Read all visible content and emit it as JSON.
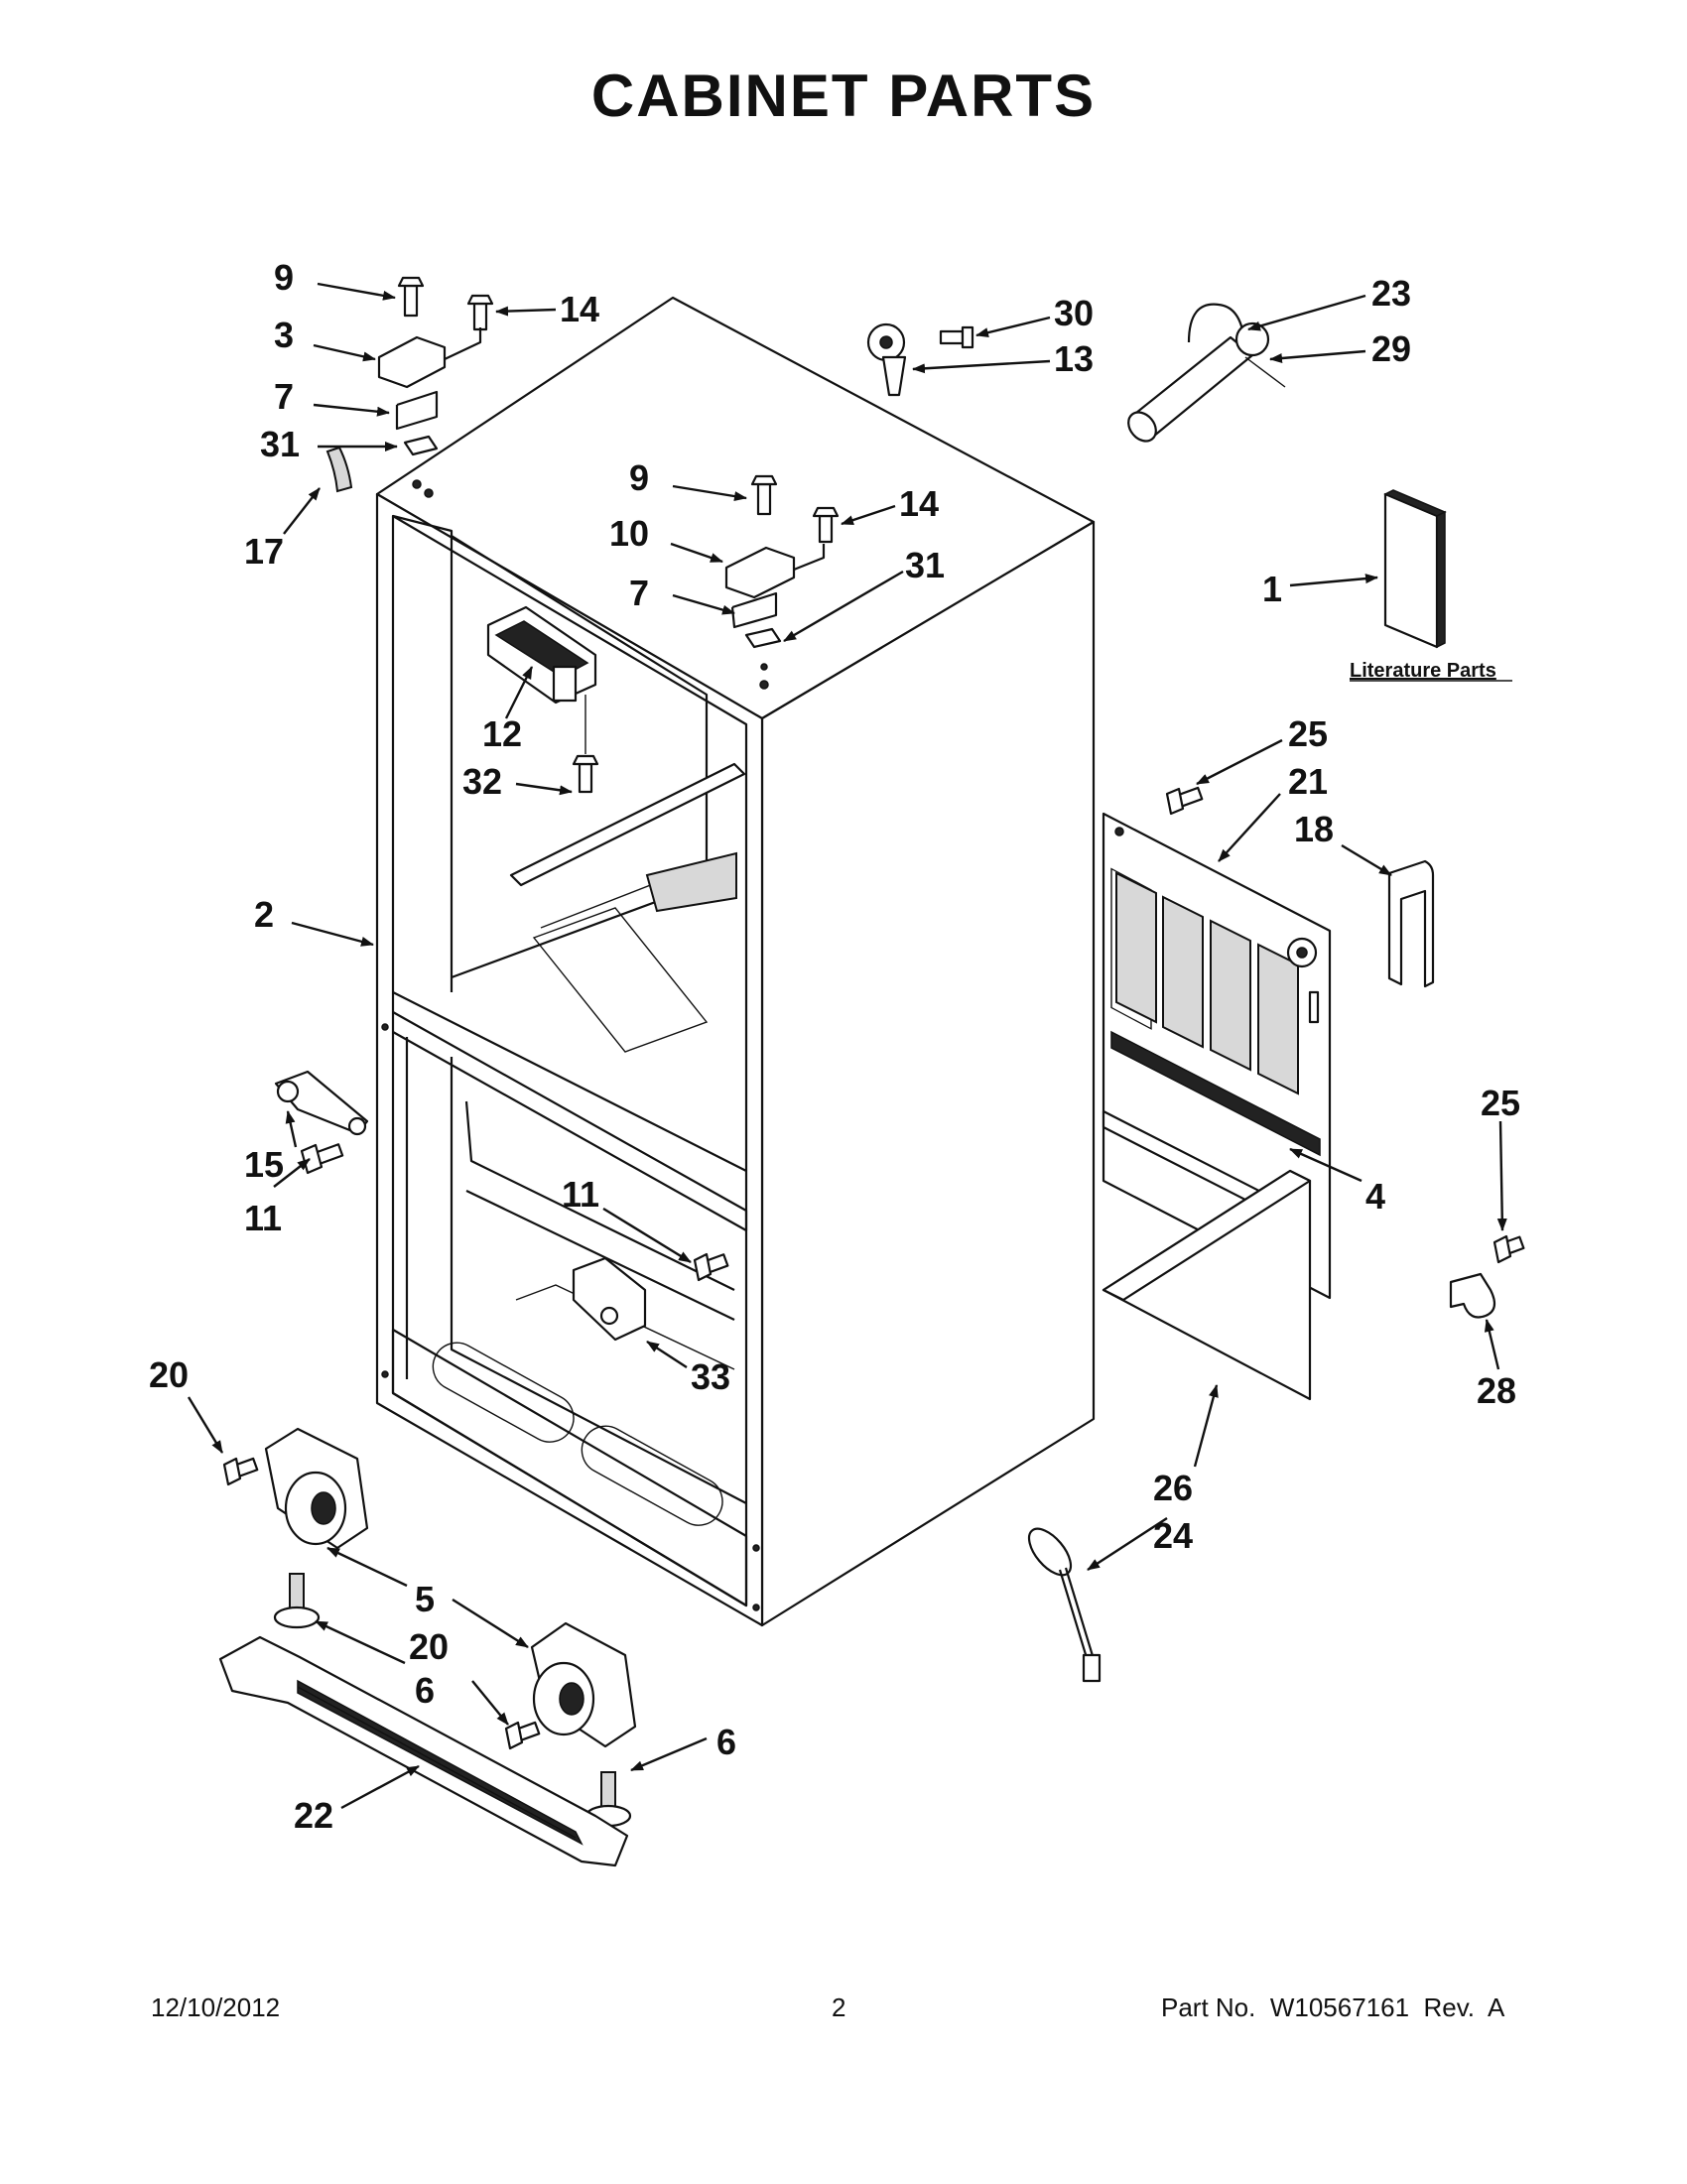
{
  "title": "CABINET PARTS",
  "literature_label": "Literature Parts",
  "footer": {
    "date": "12/10/2012",
    "page": "2",
    "part_no": "Part No.  W10567161  Rev.  A"
  },
  "callouts": [
    "9",
    "14",
    "3",
    "7",
    "31",
    "17",
    "30",
    "13",
    "23",
    "29",
    "9",
    "14",
    "10",
    "7",
    "31",
    "1",
    "12",
    "32",
    "2",
    "25",
    "21",
    "18",
    "15",
    "11",
    "11",
    "25",
    "4",
    "33",
    "20",
    "28",
    "26",
    "24",
    "5",
    "20",
    "6",
    "6",
    "22"
  ]
}
